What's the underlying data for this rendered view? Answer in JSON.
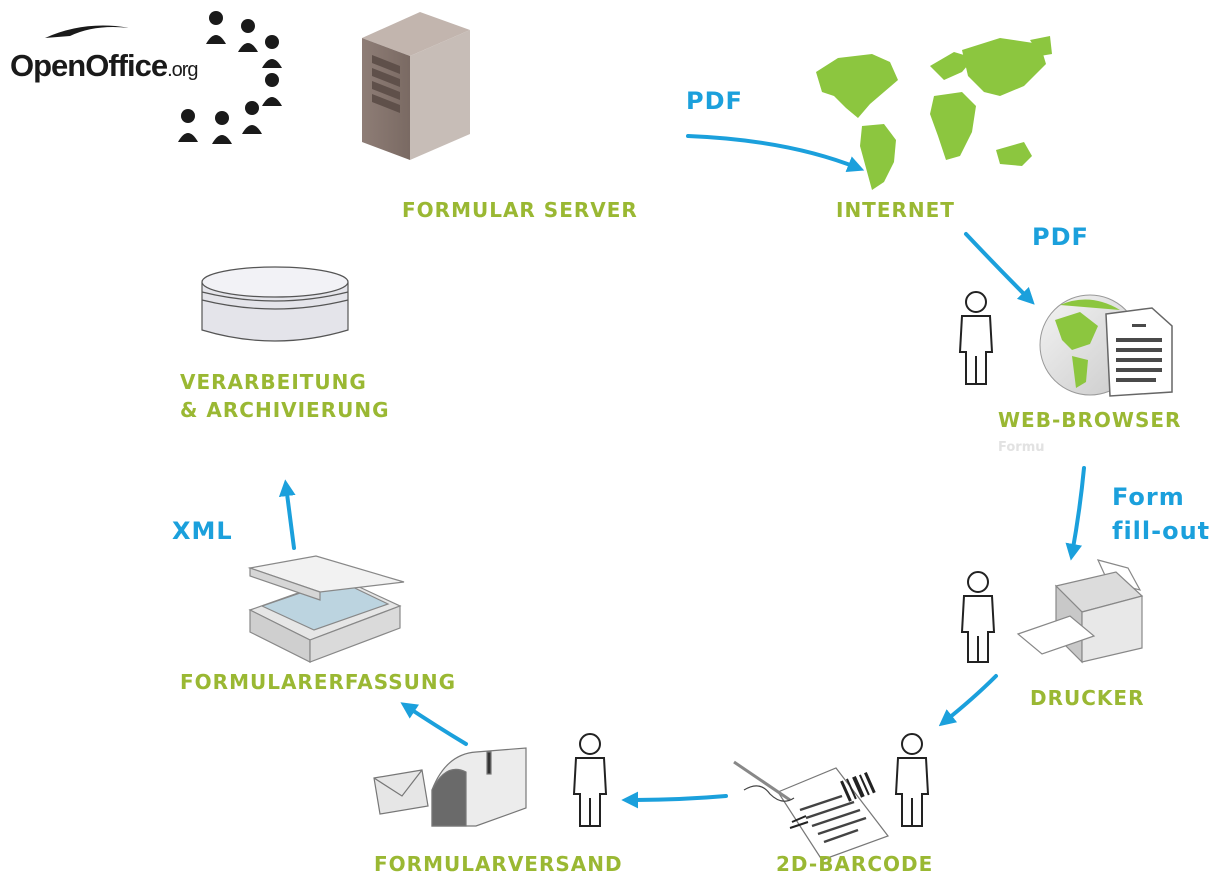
{
  "logo": {
    "name": "OpenOffice",
    "suffix": ".org"
  },
  "nodes": {
    "formular_server": "FORMULAR SERVER",
    "internet": "INTERNET",
    "web_browser": "WEB-BROWSER",
    "web_browser_sub": "Formu",
    "drucker": "DRUCKER",
    "barcode": "2D-BARCODE",
    "formularversand": "FORMULARVERSAND",
    "formularerfassung": "FORMULARERFASSUNG",
    "verarbeitung_line1": "VERARBEITUNG",
    "verarbeitung_line2": "& ARCHIVIERUNG"
  },
  "arrows": {
    "server_to_internet": "PDF",
    "internet_to_browser": "PDF",
    "browser_to_printer_line1": "Form",
    "browser_to_printer_line2": "fill-out",
    "scanner_to_archive": "XML"
  },
  "colors": {
    "label_green": "#9ab833",
    "arrow_blue": "#1ba0dc",
    "map_green": "#8cc63f"
  }
}
